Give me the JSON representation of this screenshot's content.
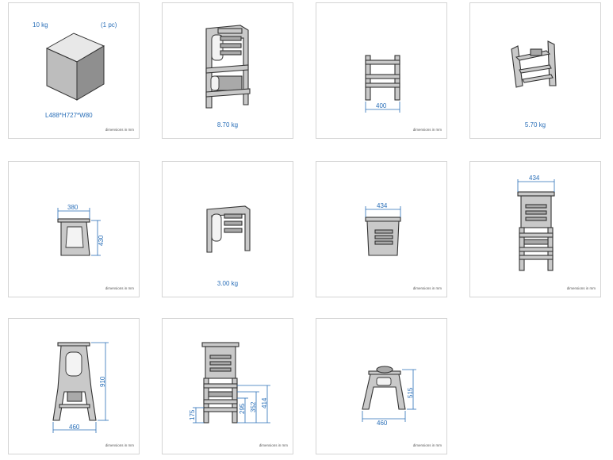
{
  "package": {
    "weight": "10 kg",
    "count": "(1 pc)",
    "dimensions": "L488*H727*W80",
    "note": "dimensions in mm"
  },
  "weights": {
    "full_tower": "8.70 kg",
    "base_unit": "5.70 kg",
    "top_unit": "3.00 kg"
  },
  "dimensions": {
    "d400": "400",
    "d380": "380",
    "d430": "430",
    "d434a": "434",
    "d434b": "434",
    "d910": "910",
    "d460a": "460",
    "d175": "175",
    "d295": "295",
    "d352": "352",
    "d414": "414",
    "d515": "515",
    "d460b": "460"
  },
  "note_label": "dimensions in mm",
  "colors": {
    "accent": "#2a6fb8",
    "part_fill": "#c9c9c9",
    "border": "#d4d4d4"
  }
}
